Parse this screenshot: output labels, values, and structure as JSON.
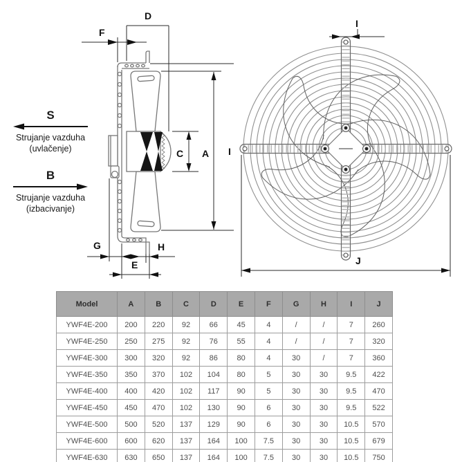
{
  "airflow": {
    "suction": {
      "symbol": "S",
      "line1": "Strujanje vazduha",
      "line2": "(uvlačenje)"
    },
    "discharge": {
      "symbol": "B",
      "line1": "Strujanje vazduha",
      "line2": "(izbacivanje)"
    }
  },
  "diagram": {
    "side_view_labels": {
      "d": "D",
      "f": "F",
      "c": "C",
      "a": "A",
      "g": "G",
      "h": "H",
      "e": "E",
      "i_edge": "I"
    },
    "front_view_labels": {
      "i": "I",
      "j": "J"
    }
  },
  "table": {
    "headers": [
      "Model",
      "A",
      "B",
      "C",
      "D",
      "E",
      "F",
      "G",
      "H",
      "I",
      "J"
    ],
    "rows": [
      [
        "YWF4E-200",
        "200",
        "220",
        "92",
        "66",
        "45",
        "4",
        "/",
        "/",
        "7",
        "260"
      ],
      [
        "YWF4E-250",
        "250",
        "275",
        "92",
        "76",
        "55",
        "4",
        "/",
        "/",
        "7",
        "320"
      ],
      [
        "YWF4E-300",
        "300",
        "320",
        "92",
        "86",
        "80",
        "4",
        "30",
        "/",
        "7",
        "360"
      ],
      [
        "YWF4E-350",
        "350",
        "370",
        "102",
        "104",
        "80",
        "5",
        "30",
        "30",
        "9.5",
        "422"
      ],
      [
        "YWF4E-400",
        "400",
        "420",
        "102",
        "117",
        "90",
        "5",
        "30",
        "30",
        "9.5",
        "470"
      ],
      [
        "YWF4E-450",
        "450",
        "470",
        "102",
        "130",
        "90",
        "6",
        "30",
        "30",
        "9.5",
        "522"
      ],
      [
        "YWF4E-500",
        "500",
        "520",
        "137",
        "129",
        "90",
        "6",
        "30",
        "30",
        "10.5",
        "570"
      ],
      [
        "YWF4E-600",
        "600",
        "620",
        "137",
        "164",
        "100",
        "7.5",
        "30",
        "30",
        "10.5",
        "679"
      ],
      [
        "YWF4E-630",
        "630",
        "650",
        "137",
        "164",
        "100",
        "7.5",
        "30",
        "30",
        "10.5",
        "750"
      ]
    ]
  },
  "colors": {
    "table_header_bg": "#a9a9a9",
    "drawing_line": "#777777",
    "dimension_line": "#1a1a1a"
  }
}
